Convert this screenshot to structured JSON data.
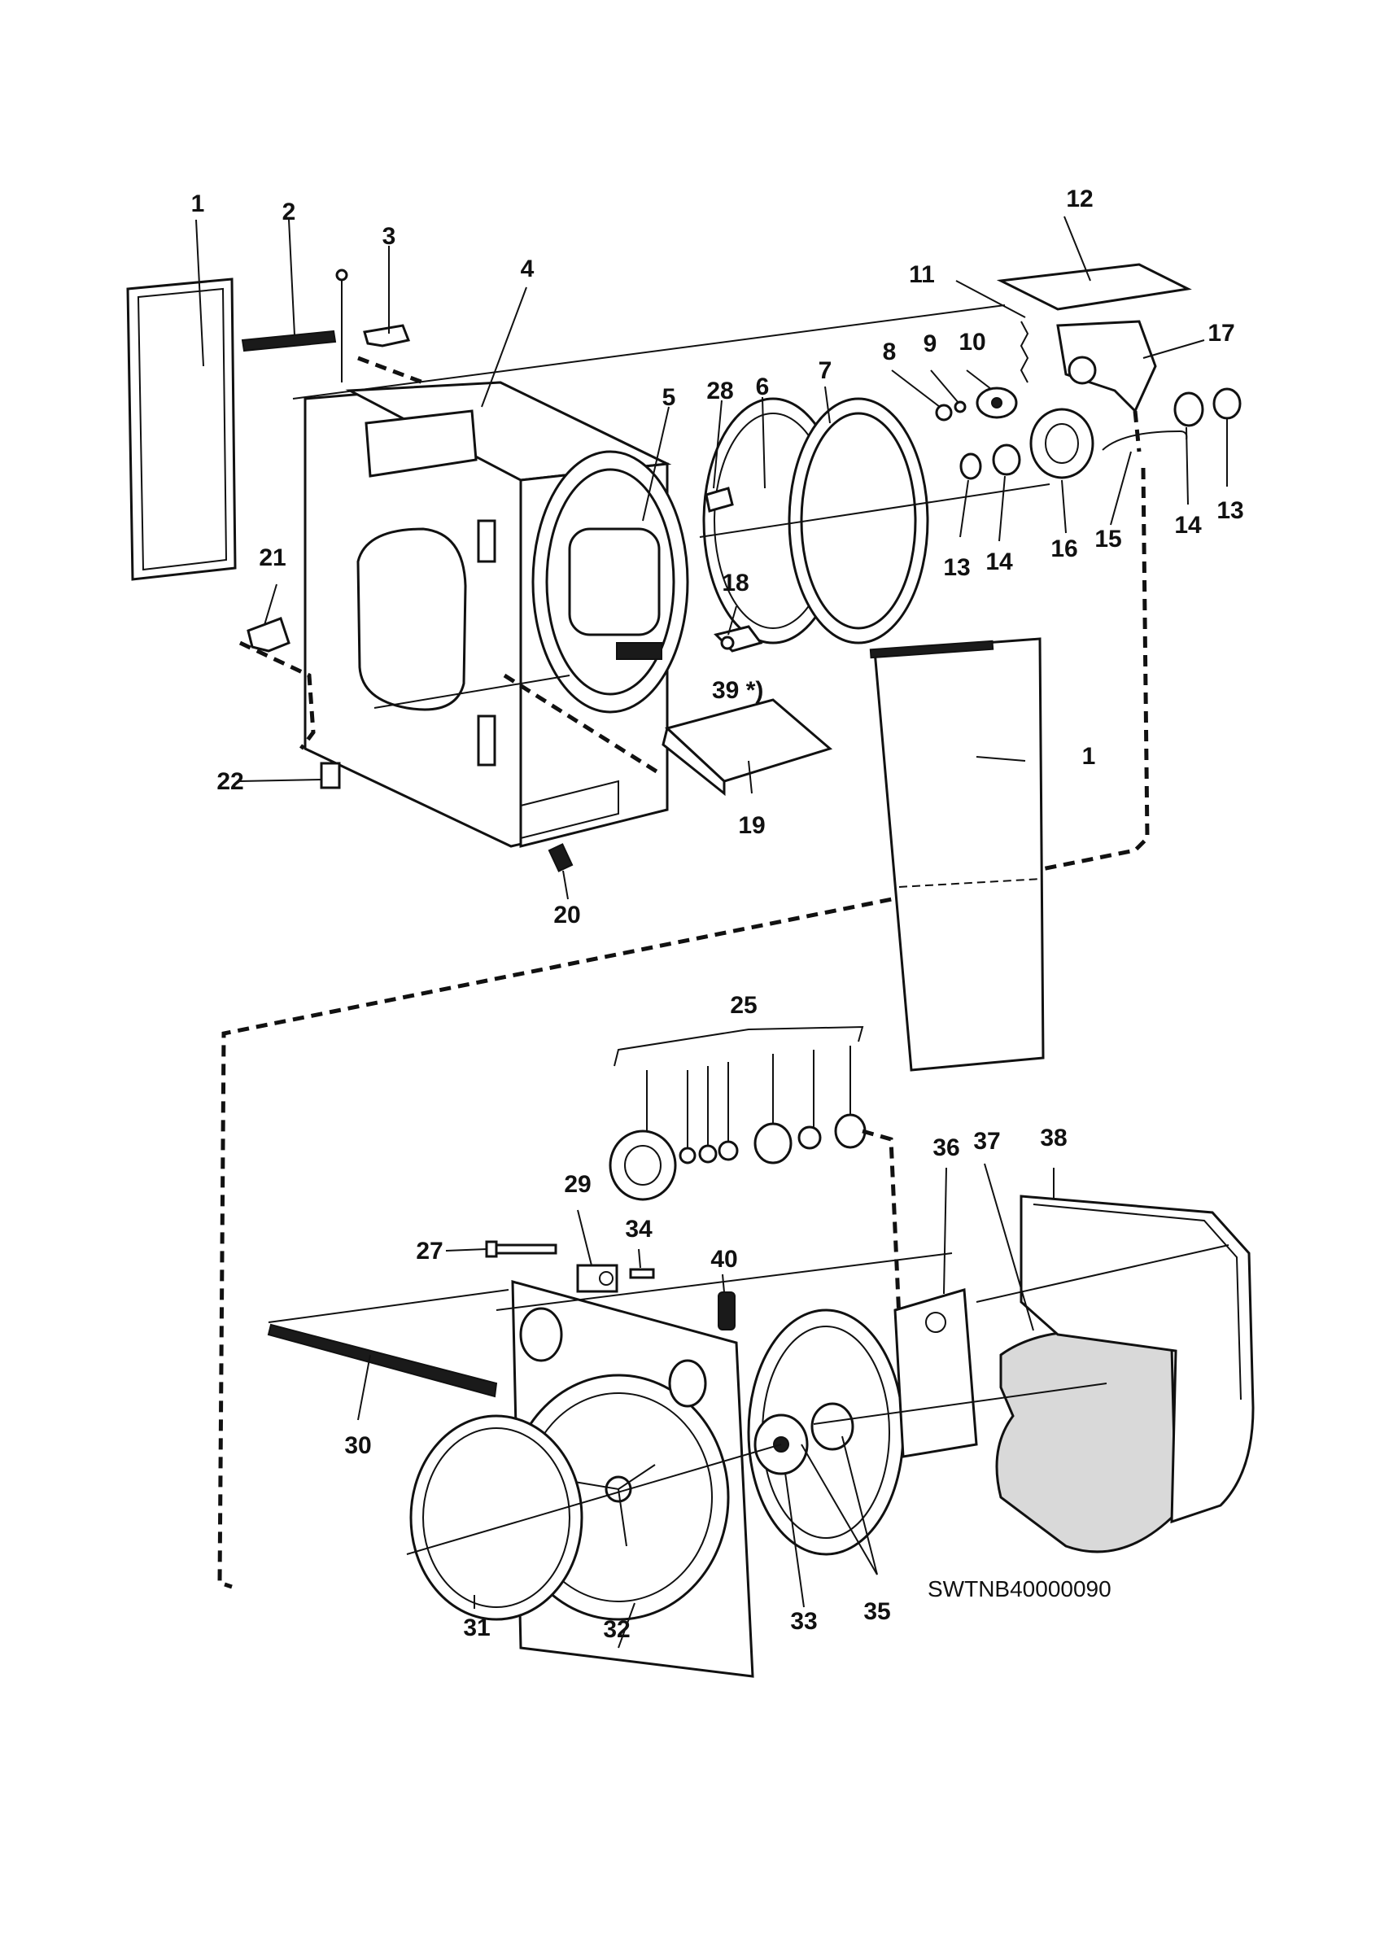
{
  "diagram": {
    "code": "SWTNB40000090",
    "callouts": {
      "c1a": "1",
      "c1b": "1",
      "c2": "2",
      "c3": "3",
      "c4": "4",
      "c5": "5",
      "c6": "6",
      "c7": "7",
      "c8": "8",
      "c9": "9",
      "c10": "10",
      "c11": "11",
      "c12": "12",
      "c13a": "13",
      "c13b": "13",
      "c14a": "14",
      "c14b": "14",
      "c15": "15",
      "c16": "16",
      "c17": "17",
      "c18": "18",
      "c19": "19",
      "c20": "20",
      "c21": "21",
      "c22": "22",
      "c25": "25",
      "c27": "27",
      "c28": "28",
      "c29": "29",
      "c30": "30",
      "c31": "31",
      "c32": "32",
      "c33": "33",
      "c34": "34",
      "c35": "35",
      "c36": "36",
      "c37": "37",
      "c38": "38",
      "c39": "39 *)",
      "c40": "40"
    }
  }
}
